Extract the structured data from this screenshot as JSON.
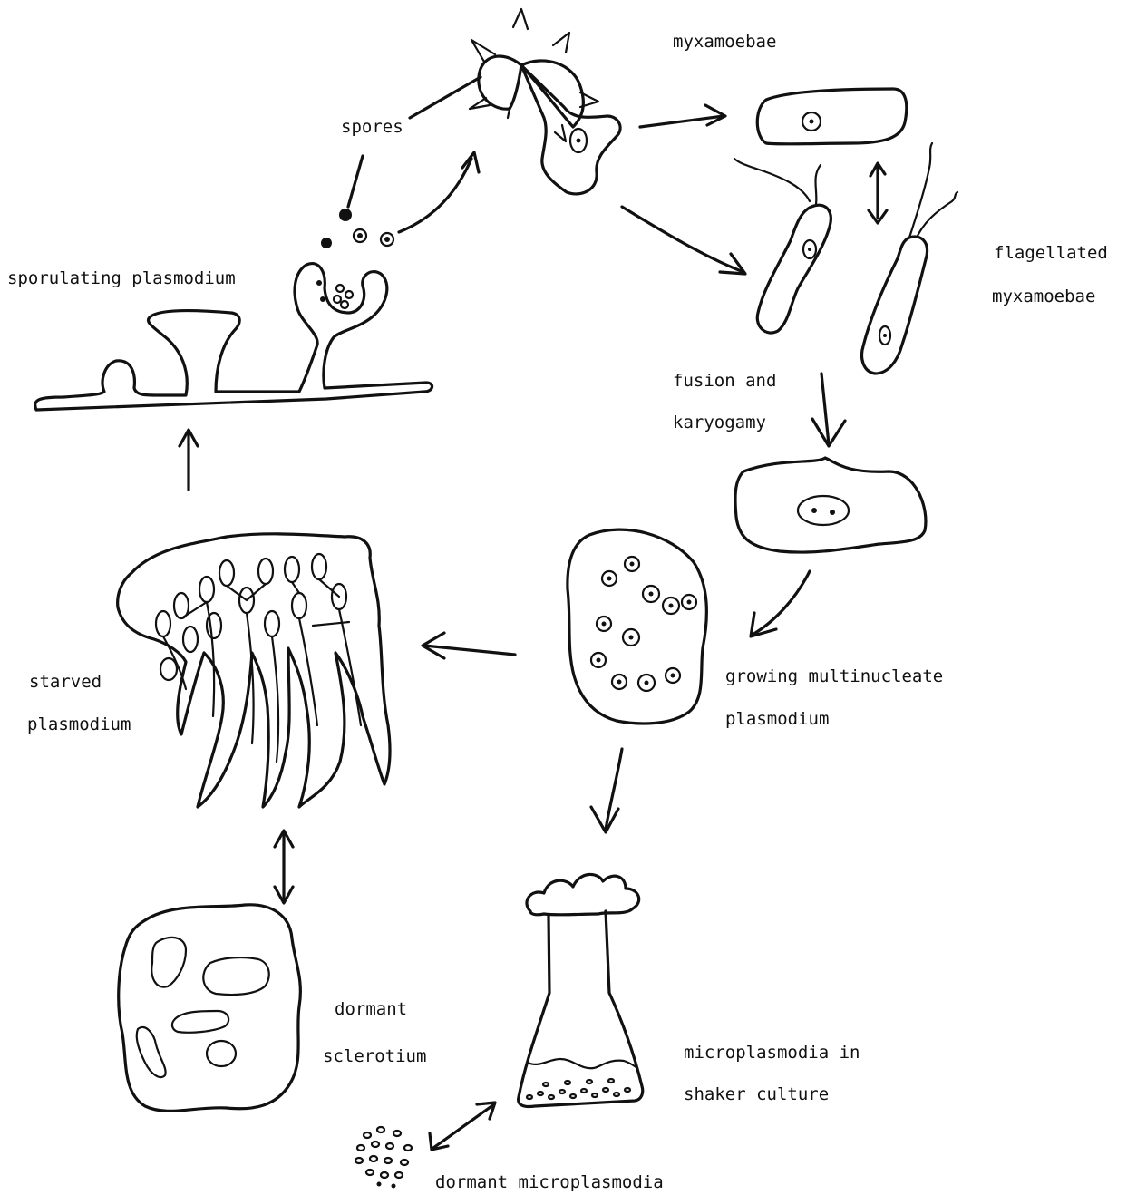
{
  "labels": {
    "spores": "spores",
    "myxamoebae": "myxamoebae",
    "flagellated_1": "flagellated",
    "flagellated_2": "myxamoebae",
    "fusion_1": "fusion and",
    "fusion_2": "karyogamy",
    "sporulating": "sporulating plasmodium",
    "growing_1": "growing multinucleate",
    "growing_2": "plasmodium",
    "starved_1": "starved",
    "starved_2": "plasmodium",
    "dormant_1": "dormant",
    "dormant_2": "sclerotium",
    "micro_1": "microplasmodia in",
    "micro_2": "shaker culture",
    "dormant_micro": "dormant microplasmodia"
  }
}
